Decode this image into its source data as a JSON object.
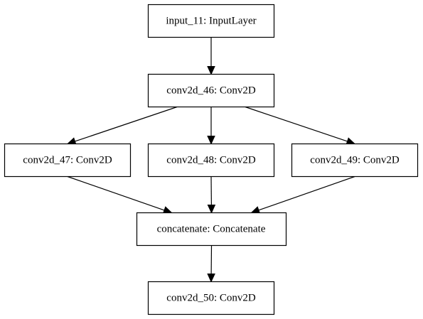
{
  "nodes": [
    {
      "id": "input_11",
      "label": "input_11: InputLayer"
    },
    {
      "id": "conv2d_46",
      "label": "conv2d_46: Conv2D"
    },
    {
      "id": "conv2d_47",
      "label": "conv2d_47: Conv2D"
    },
    {
      "id": "conv2d_48",
      "label": "conv2d_48: Conv2D"
    },
    {
      "id": "conv2d_49",
      "label": "conv2d_49: Conv2D"
    },
    {
      "id": "concatenate",
      "label": "concatenate: Concatenate"
    },
    {
      "id": "conv2d_50",
      "label": "conv2d_50: Conv2D"
    }
  ],
  "edges": [
    {
      "from": "input_11",
      "to": "conv2d_46"
    },
    {
      "from": "conv2d_46",
      "to": "conv2d_47"
    },
    {
      "from": "conv2d_46",
      "to": "conv2d_48"
    },
    {
      "from": "conv2d_46",
      "to": "conv2d_49"
    },
    {
      "from": "conv2d_47",
      "to": "concatenate"
    },
    {
      "from": "conv2d_48",
      "to": "concatenate"
    },
    {
      "from": "conv2d_49",
      "to": "concatenate"
    },
    {
      "from": "concatenate",
      "to": "conv2d_50"
    }
  ]
}
